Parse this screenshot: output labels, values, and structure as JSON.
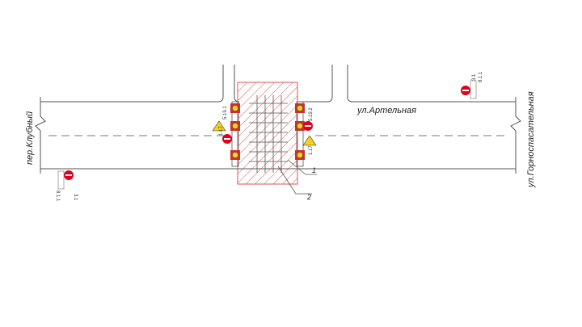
{
  "streets": {
    "main": "ул.Артельная",
    "left": "пер.Клубный",
    "right": "ул.Горноспасательная"
  },
  "callouts": [
    "1",
    "2"
  ],
  "signs": {
    "top_right": {
      "code": "3.1",
      "plate": "8.1.1"
    },
    "bottom_left": {
      "code": "3.1",
      "plate": "8.1.1"
    },
    "left_cluster": {
      "code": "1.17",
      "extra": "5.19.1"
    },
    "right_cluster": {
      "code": "5.19.2",
      "extra": "1.17"
    }
  },
  "colors": {
    "line": "#555555",
    "hatch": "#d9534f",
    "sign_red": "#e0001b",
    "signal_yellow": "#f2d21a"
  }
}
